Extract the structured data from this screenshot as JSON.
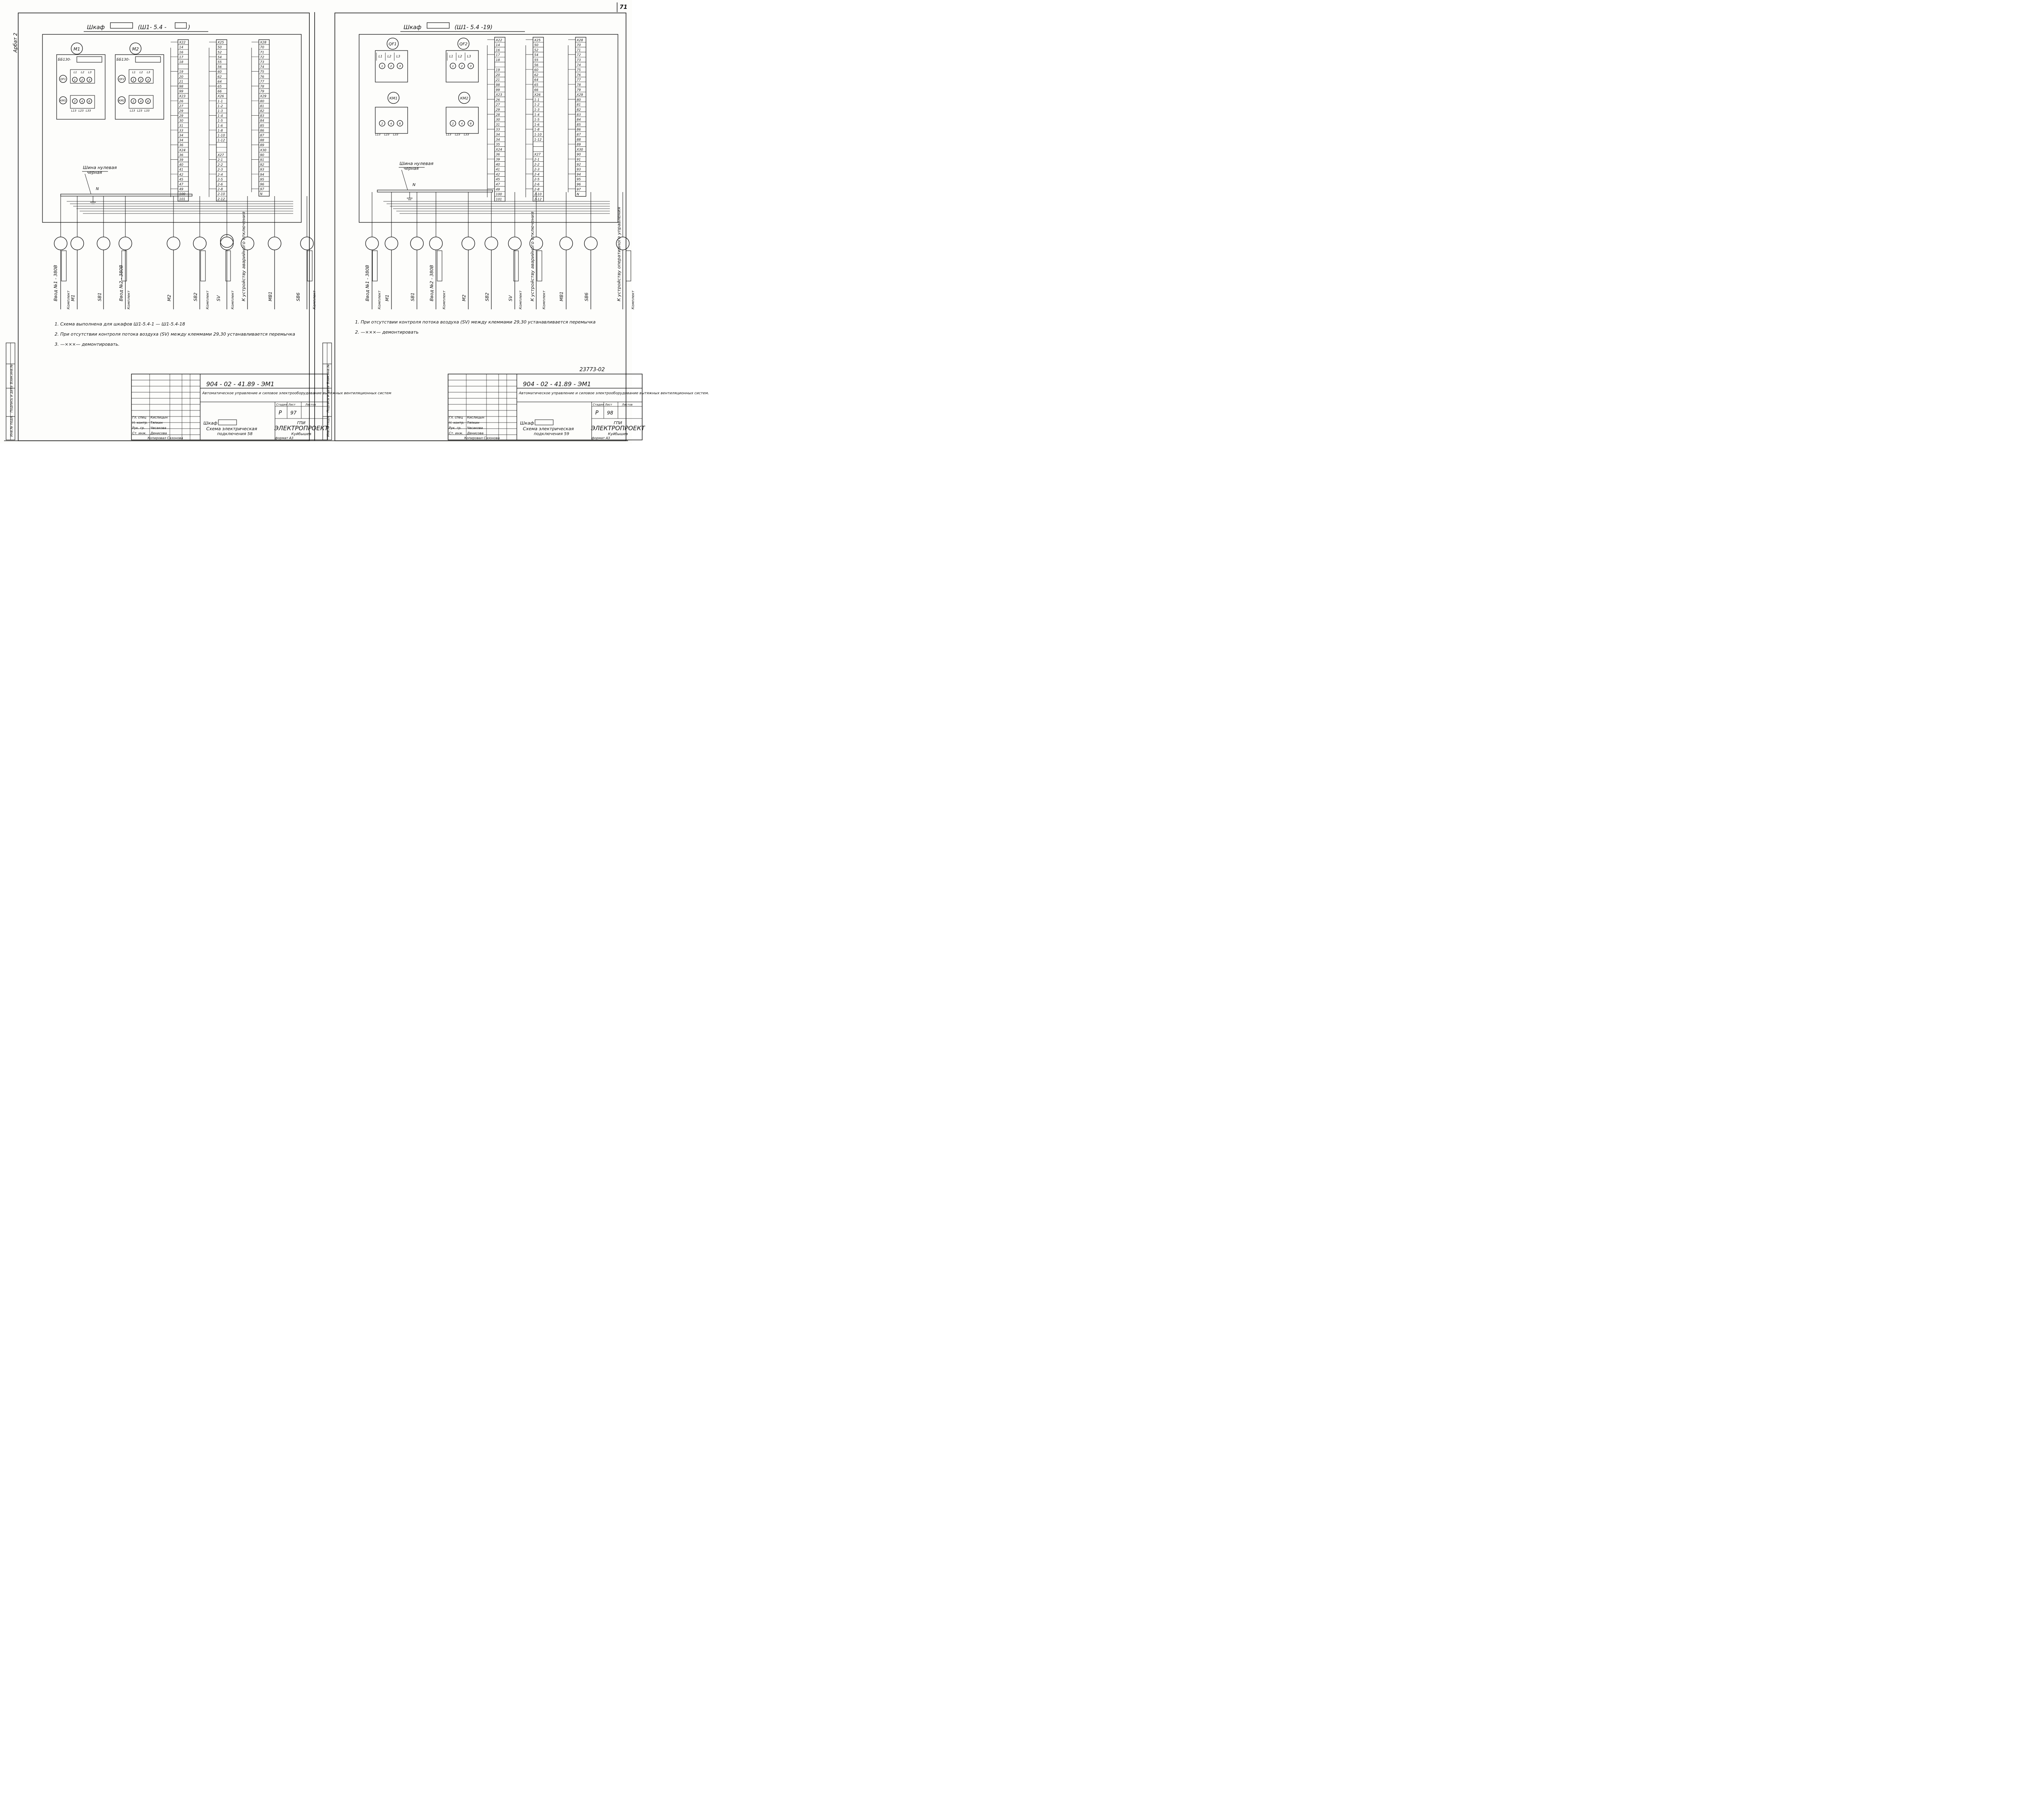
{
  "page_number": "71",
  "margin_note": "Арбат 2",
  "stamp_col_labels": [
    "Инв.№ подл.",
    "Подпись и дата",
    "Взам.инв.№"
  ],
  "sheets": [
    {
      "cabinet_word": "Шкаф",
      "cabinet_code_left": "(Ш1- 5.4 -",
      "cabinet_code_right": ")",
      "devices": [
        {
          "circle": "M1",
          "breaker": "ББ130-",
          "qf": "QF1",
          "km": "КМ1",
          "top_terms": [
            "L1",
            "L2",
            "L3"
          ],
          "top_nums": [
            "1",
            "2",
            "3"
          ],
          "bot_nums": [
            "2",
            "4",
            "6"
          ],
          "bot_terms": [
            "L13",
            "L23",
            "L33"
          ]
        },
        {
          "circle": "M2",
          "breaker": "ББ130-",
          "qf": "QF2",
          "km": "КМ2",
          "top_terms": [
            "L1",
            "L2",
            "L3"
          ],
          "top_nums": [
            "1",
            "2",
            "3"
          ],
          "bot_nums": [
            "2",
            "4",
            "6"
          ],
          "bot_terms": [
            "L13",
            "L23",
            "L33"
          ]
        }
      ],
      "terminal_columns": [
        [
          "X22",
          "14",
          "16",
          "17",
          "18",
          "",
          "19",
          "20",
          "21",
          "98",
          "99",
          "X23",
          "26",
          "27",
          "29",
          "29",
          "30",
          "31",
          "33",
          "34",
          "34",
          "36",
          "X24",
          "36",
          "39",
          "40",
          "41",
          "42",
          "45",
          "47",
          "49",
          "100",
          "101"
        ],
        [
          "X25",
          "50",
          "52",
          "54",
          "55",
          "56",
          "60",
          "62",
          "64",
          "65",
          "66",
          "X26",
          "1-1",
          "1-2",
          "1-3",
          "1-4",
          "1-5",
          "1-6",
          "1-8",
          "1-10",
          "1-12",
          "",
          "",
          "X27",
          "2-1",
          "2-2",
          "2-3",
          "2-4",
          "2-5",
          "2-6",
          "2-8",
          "2-10",
          "2-12"
        ],
        [
          "X28",
          "70",
          "71",
          "72",
          "73",
          "74",
          "75",
          "76",
          "77",
          "78",
          "79",
          "X29",
          "80",
          "81",
          "82",
          "83",
          "84",
          "85",
          "86",
          "87",
          "88",
          "89",
          "X30",
          "90",
          "91",
          "92",
          "93",
          "94",
          "95",
          "96",
          "97",
          "N"
        ]
      ],
      "bus_label_1": "Шина нулевая",
      "bus_label_2": "черная",
      "bus_n": "N",
      "cable_labels": [
        "Ввод №1 - 380В",
        "М1",
        "SB1",
        "Ввод №2 - 380В",
        "М2",
        "SB2",
        "SV",
        "К устройству аварийного отключения",
        "МВ1",
        "SB6",
        "К устройству оперативного управления"
      ],
      "komplekt": "Комплект",
      "notes": [
        "1. Схема выполнена для шкафов Ш1-5.4-1 — Ш1-5.4-18",
        "2. При отсутствии контроля потока воздуха (SV) между клеммами 29,30 устанавливается перемычка",
        "3. —×××— демонтировать."
      ],
      "doc_number": "904 - 02 - 41.89 - ЭМ1",
      "doc_title": "Автоматическое управление и силовое электрооборудование вытяжных вентиляционных систем",
      "stage_label": "Стадия",
      "sheet_label": "Лист",
      "sheets_label": "Листов",
      "stage": "Р",
      "sheet": "97",
      "sheet_caption": "Шкаф",
      "sheet_caption2": "Схема электрическая",
      "sheet_caption3": "подключения 58",
      "org1": "ГПИ",
      "org2": "ЭЛЕКТРОПРОЕКТ",
      "org3": "Куйбышев",
      "roles": [
        "Гл. спец",
        "Н. контр.",
        "Рук. гр.",
        "Ст. инж."
      ],
      "names": [
        "Кислицын",
        "Тяпкин",
        "Чесакова",
        "Денисова"
      ],
      "checked_row": "Копировал   Сазонова",
      "format": "формат А3",
      "order_number": ""
    },
    {
      "cabinet_word": "Шкаф",
      "cabinet_code_left": "(Ш1- 5.4 -19)",
      "cabinet_code_right": "",
      "devices": [
        {
          "circle": "",
          "breaker": "",
          "qf": "QF1",
          "km": "КМ1",
          "top_terms": [
            "L1",
            "L2",
            "L3"
          ],
          "top_nums": [
            "1",
            "2",
            "3"
          ],
          "bot_nums": [
            "2",
            "4",
            "6"
          ],
          "bot_terms": [
            "L13",
            "L23",
            "L33"
          ]
        },
        {
          "circle": "",
          "breaker": "",
          "qf": "QF2",
          "km": "КМ2",
          "top_terms": [
            "L1",
            "L2",
            "L3"
          ],
          "top_nums": [
            "1",
            "2",
            "3"
          ],
          "bot_nums": [
            "2",
            "4",
            "6"
          ],
          "bot_terms": [
            "L13",
            "L23",
            "L33"
          ]
        }
      ],
      "terminal_columns": [
        [
          "X22",
          "14",
          "16",
          "17",
          "18",
          "",
          "19",
          "20",
          "21",
          "98",
          "99",
          "X23",
          "26",
          "27",
          "29",
          "28",
          "30",
          "31",
          "33",
          "34",
          "34",
          "35",
          "X24",
          "36",
          "39",
          "40",
          "41",
          "42",
          "45",
          "47",
          "49",
          "100",
          "101"
        ],
        [
          "X25",
          "50",
          "52",
          "54",
          "55",
          "56",
          "60",
          "62",
          "64",
          "65",
          "66",
          "X26",
          "1-1",
          "1-2",
          "1-3",
          "1-4",
          "1-5",
          "1-6",
          "1-8",
          "1-10",
          "1-12",
          "",
          "",
          "X27",
          "2-1",
          "2-2",
          "2-3",
          "2-4",
          "2-5",
          "2-6",
          "2-8",
          "2-10",
          "2-12"
        ],
        [
          "X28",
          "70",
          "71",
          "72",
          "73",
          "74",
          "75",
          "76",
          "77",
          "78",
          "79",
          "X29",
          "80",
          "81",
          "82",
          "83",
          "84",
          "85",
          "86",
          "87",
          "88",
          "89",
          "X30",
          "90",
          "91",
          "92",
          "93",
          "94",
          "95",
          "96",
          "97",
          "N"
        ]
      ],
      "bus_label_1": "Шина нулевая",
      "bus_label_2": "черная",
      "bus_n": "N",
      "cable_labels": [
        "Ввод №1 - 380В",
        "М1",
        "SB1",
        "Ввод №2 - 380В",
        "М2",
        "SB2",
        "SV",
        "К устройству аварийного отключения",
        "МВ1",
        "SB6",
        "К устройству оперативного управления"
      ],
      "komplekt": "Комплект",
      "notes": [
        "1. При отсутствии контроля потока воздуха (SV) между клеммами 29,30 устанавливается перемычка",
        "2. —×××— демонтировать"
      ],
      "doc_number": "904 - 02 - 41.89 - ЭМ1",
      "doc_title": "Автоматическое управление и силовое электрооборудование вытяжных вентиляционных систем.",
      "stage_label": "Стадия",
      "sheet_label": "Лист",
      "sheets_label": "Листов",
      "stage": "Р",
      "sheet": "98",
      "sheet_caption": "Шкаф",
      "sheet_caption2": "Схема электрическая",
      "sheet_caption3": "подключения 59",
      "org1": "ГПИ",
      "org2": "ЭЛЕКТРОПРОЕКТ",
      "org3": "Куйбышев",
      "roles": [
        "Гл. спец",
        "Н. контр.",
        "Рук. гр.",
        "Ст. инж."
      ],
      "names": [
        "Кислицын",
        "Тяпкин",
        "Чесакова",
        "Денисова"
      ],
      "checked_row": "Копировал   Сазонова",
      "format": "формат А3",
      "order_number": "23773-02"
    }
  ]
}
